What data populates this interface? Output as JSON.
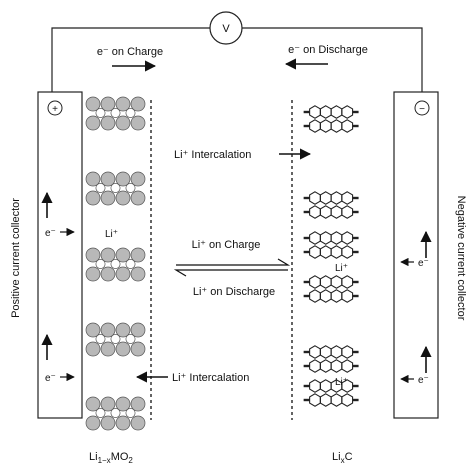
{
  "voltmeter": {
    "symbol": "V"
  },
  "wire_labels": {
    "electron_on_charge": "e⁻ on Charge",
    "electron_on_discharge": "e⁻ on Discharge"
  },
  "positive_collector": {
    "polarity_symbol": "+",
    "label": "Positive current collector",
    "electron_label": "e⁻"
  },
  "negative_collector": {
    "polarity_symbol": "−",
    "label": "Negative current collector",
    "electron_label": "e⁻"
  },
  "cathode": {
    "formula_base": "Li",
    "formula_subscript": "1−x",
    "formula_tail": "MO",
    "formula_subscript2": "2",
    "li_ion_label": "Li⁺",
    "intercalation_label": "Li⁺ Intercalation"
  },
  "anode": {
    "formula_base": "Li",
    "formula_subscript": "x",
    "formula_tail": "C",
    "li_ion_label": "Li⁺",
    "intercalation_label": "Li⁺ Intercalation"
  },
  "electrolyte": {
    "li_on_charge": "Li⁺ on Charge",
    "li_on_discharge": "Li⁺ on Discharge"
  }
}
